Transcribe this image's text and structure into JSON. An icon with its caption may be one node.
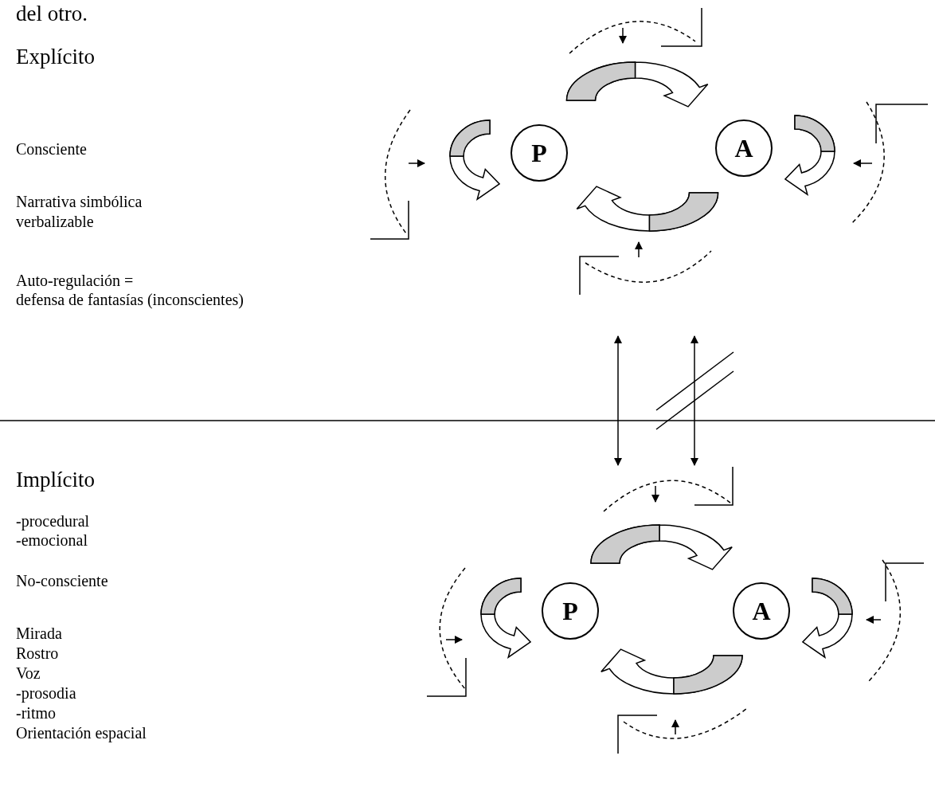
{
  "diagram": {
    "nodes": [
      {
        "text": [
          "P"
        ]
      },
      {
        "text": [
          "A"
        ]
      },
      {
        "text": [
          "P"
        ]
      },
      {
        "text": [
          "A"
        ]
      }
    ],
    "edges": [
      {
        "from": 0,
        "to": 1,
        "arrow": "to"
      },
      {
        "from": 1,
        "to": 0,
        "arrow": "to"
      },
      {
        "from": null,
        "to": 0,
        "arrow": "to"
      },
      {
        "from": null,
        "to": 1,
        "arrow": "to"
      },
      {
        "from": 2,
        "to": 3,
        "arrow": "to"
      },
      {
        "from": 3,
        "to": 2,
        "arrow": "to"
      },
      {
        "from": null,
        "to": 2,
        "arrow": "to"
      },
      {
        "from": null,
        "to": 3,
        "arrow": "to"
      }
    ],
    "labels": [
      "del otro.",
      "Explícito",
      "Consciente",
      "Narrativa simbólica verbalizable",
      "Auto-regulación =",
      "defensa de fantasías (inconscientes)",
      "Implícito",
      "-procedural",
      "-emocional",
      "No-consciente",
      "Mirada",
      "Rostro",
      "Voz",
      "-prosodia",
      "-ritmo",
      "Orientación espacial"
    ]
  }
}
